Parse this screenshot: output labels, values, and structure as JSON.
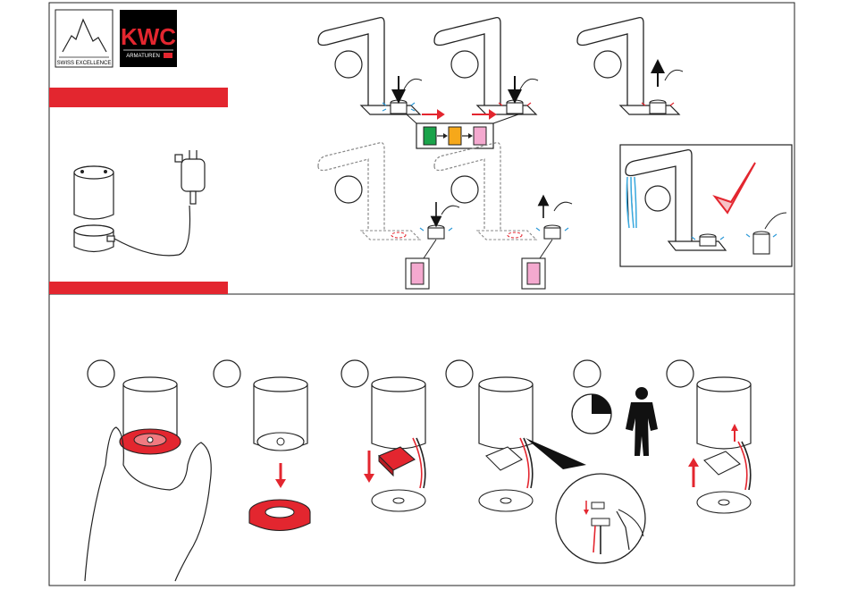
{
  "logos": {
    "swiss": {
      "caption": "SWISS EXCELLENCE"
    },
    "kwc": {
      "name": "KWC",
      "caption": "ARMATUREN"
    }
  },
  "colors": {
    "brand_red": "#e3262f",
    "led_green": "#1aa34a",
    "led_amber": "#f6a81a",
    "led_pink": "#f4a9cf",
    "water_blue": "#38a8de",
    "sensor_blue": "#2f9ad8",
    "check_red": "#e3262f"
  },
  "icons": {
    "swiss_logo": "mountain-icon",
    "kwc_logo": "kwc-logo",
    "clock": "clock-icon",
    "person": "person-icon",
    "checkmark": "checkmark-icon"
  },
  "led_sequence": [
    "green",
    "amber",
    "pink"
  ]
}
